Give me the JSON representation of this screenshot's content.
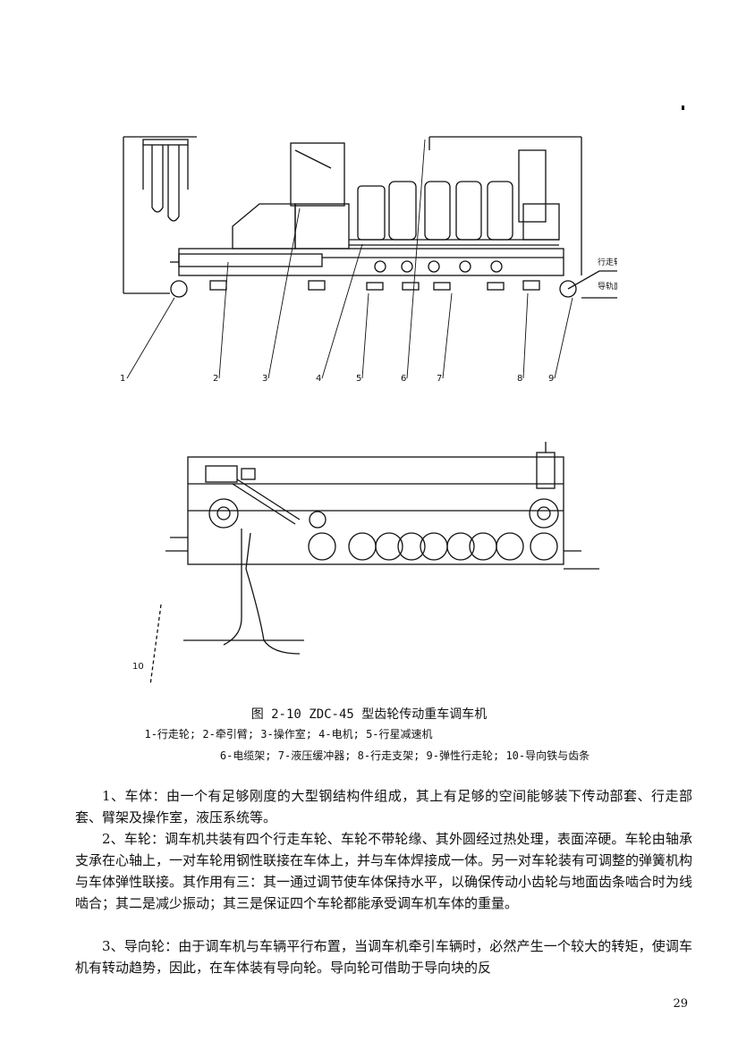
{
  "figure": {
    "callouts": [
      "1",
      "2",
      "3",
      "4",
      "5",
      "6",
      "7",
      "8",
      "9"
    ],
    "rail_labels": [
      "行走轨面",
      "导轨面"
    ],
    "top_view_callout": "10",
    "caption_title": "图 2-10   ZDC-45 型齿轮传动重车调车机",
    "caption_line1": "1-行走轮; 2-牵引臂; 3-操作室; 4-电机; 5-行星减速机",
    "caption_line2": "6-电缆架; 7-液压缓冲器; 8-行走支架; 9-弹性行走轮; 10-导向铁与齿条"
  },
  "paragraphs": [
    "1、车体：由一个有足够刚度的大型钢结构件组成，其上有足够的空间能够装下传动部套、行走部套、臂架及操作室，液压系统等。",
    "2、车轮：调车机共装有四个行走车轮、车轮不带轮缘、其外圆经过热处理，表面淬硬。车轮由轴承支承在心轴上，一对车轮用钢性联接在车体上，并与车体焊接成一体。另一对车轮装有可调整的弹簧机构与车体弹性联接。其作用有三：其一通过调节使车体保持水平，以确保传动小齿轮与地面齿条啮合时为线啮合；其二是减少振动；其三是保证四个车轮都能承受调车机车体的重量。",
    "3、导向轮：由于调车机与车辆平行布置，当调车机牵引车辆时，必然产生一个较大的转矩，使调车机有转动趋势，因此，在车体装有导向轮。导向轮可借助于导向块的反"
  ],
  "page_number": "29"
}
